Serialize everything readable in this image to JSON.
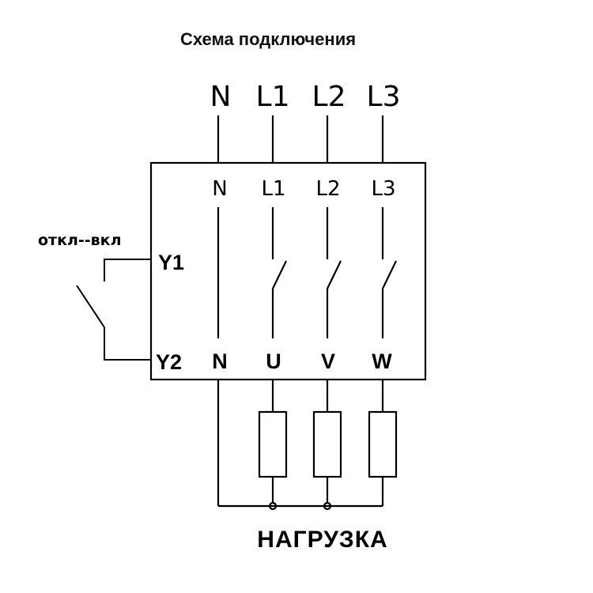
{
  "title": "Схема подключения",
  "supply_terminals": [
    "N",
    "L1",
    "L2",
    "L3"
  ],
  "device": {
    "input_terminals": [
      "N",
      "L1",
      "L2",
      "L3"
    ],
    "output_terminals": [
      "N",
      "U",
      "V",
      "W"
    ],
    "control_terminals": [
      "Y1",
      "Y2"
    ]
  },
  "control_switch_label": "откл--вкл",
  "load_label": "НАГРУЗКА"
}
